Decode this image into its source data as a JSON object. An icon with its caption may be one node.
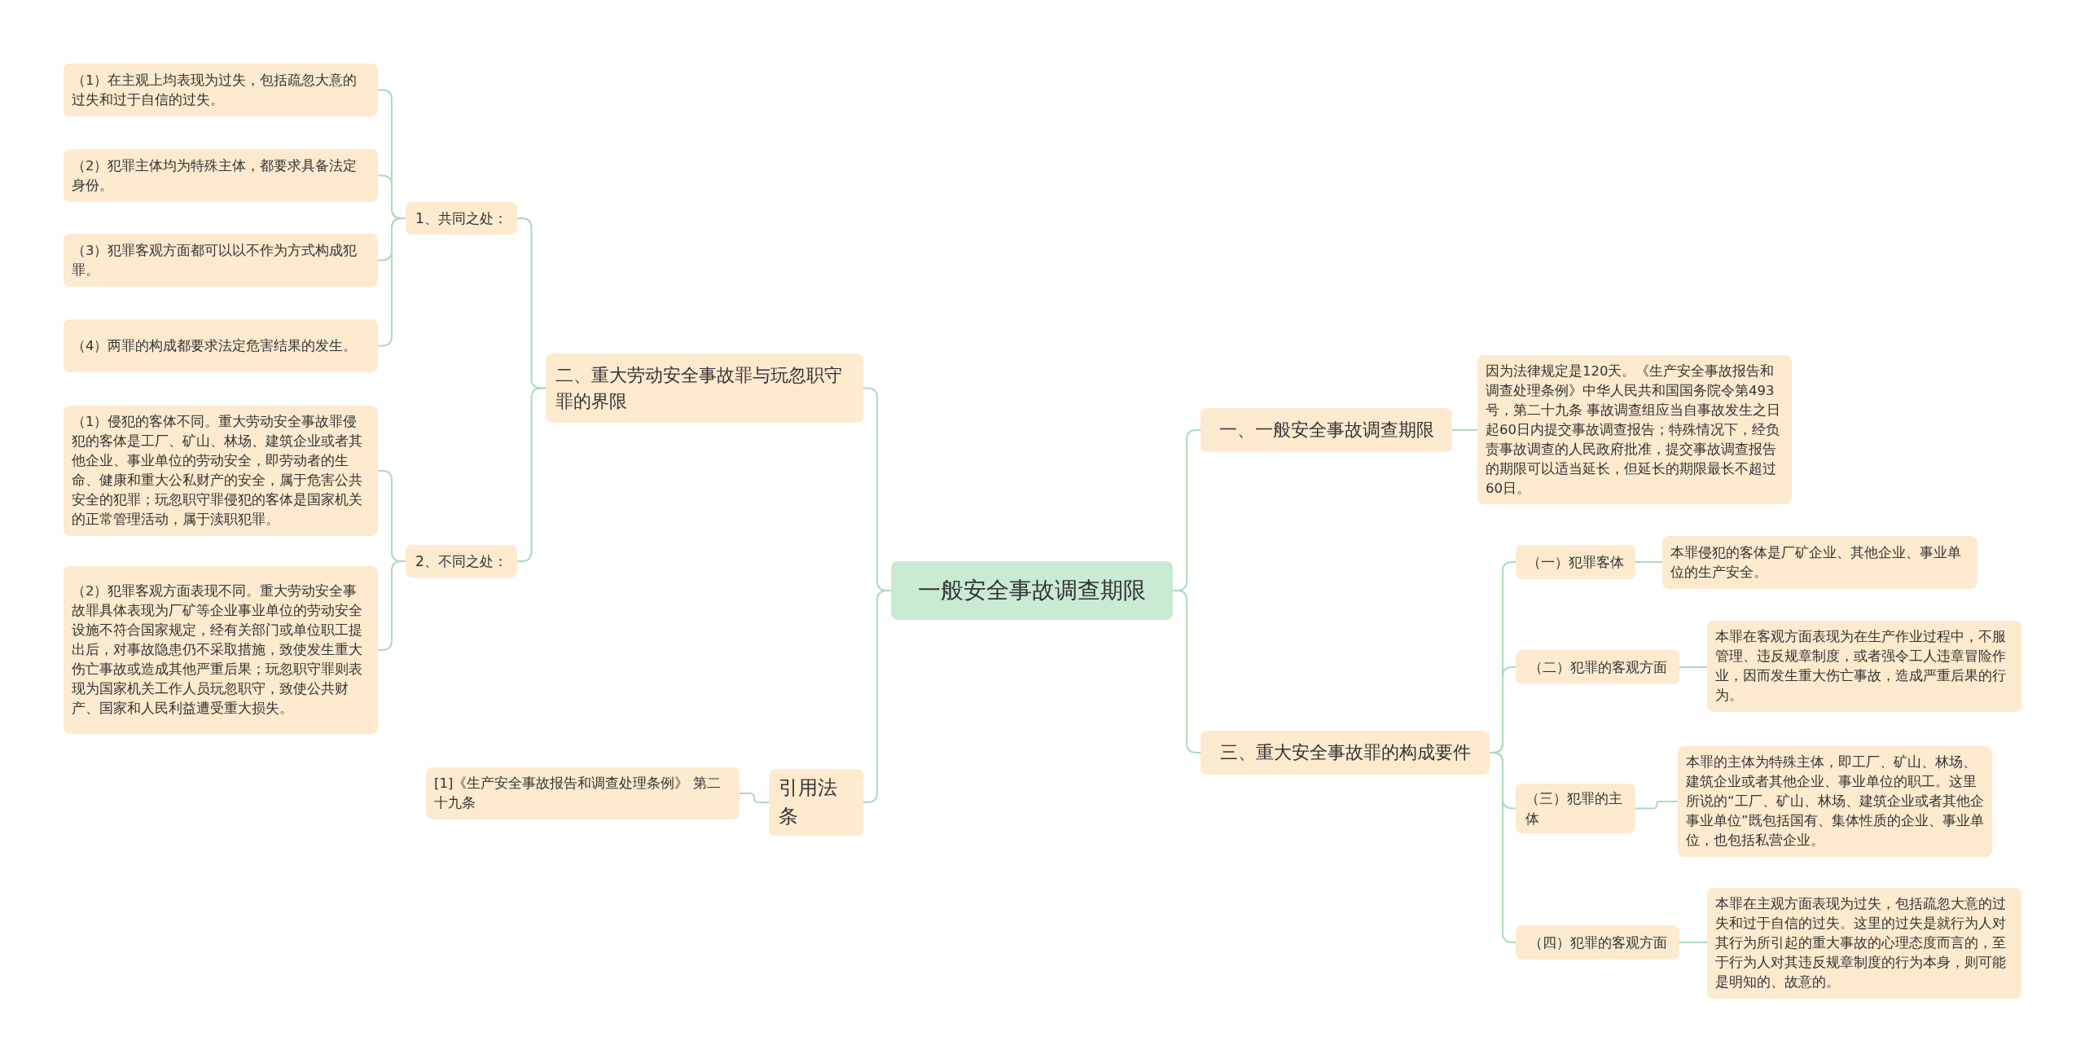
{
  "diagram": {
    "nodes": [
      {
        "text": [
          "一般安全事故调查期限"
        ]
      },
      {
        "text": [
          "二、重大劳动安全事故罪与玩忽职守罪的界限"
        ]
      },
      {
        "text": [
          "1、共同之处："
        ]
      },
      {
        "text": [
          "（1）在主观上均表现为过失，包括疏忽大意的过失和过于自信的过失。"
        ]
      },
      {
        "text": [
          "（2）犯罪主体均为特殊主体，都要求具备法定身份。"
        ]
      },
      {
        "text": [
          "（3）犯罪客观方面都可以以不作为方式构成犯罪。"
        ]
      },
      {
        "text": [
          "（4）两罪的构成都要求法定危害结果的发生。"
        ]
      },
      {
        "text": [
          "2、不同之处："
        ]
      },
      {
        "text": [
          "（1）侵犯的客体不同。重大劳动安全事故罪侵犯的客体是工厂、矿山、林场、建筑企业或者其他企业、事业单位的劳动安全，即劳动者的生命、健康和重大公私财产的安全，属于危害公共安全的犯罪；玩忽职守罪侵犯的客体是国家机关的正常管理活动，属于渎职犯罪。"
        ]
      },
      {
        "text": [
          "（2）犯罪客观方面表现不同。重大劳动安全事故罪具体表现为厂矿等企业事业单位的劳动安全设施不符合国家规定，经有关部门或单位职工提出后，对事故隐患仍不采取措施，致使发生重大伤亡事故或造成其他严重后果；玩忽职守罪则表现为国家机关工作人员玩忽职守，致使公共财产、国家和人民利益遭受重大损失。"
        ]
      },
      {
        "text": [
          "引用法条"
        ]
      },
      {
        "text": [
          "[1]《生产安全事故报告和调查处理条例》 第二十九条"
        ]
      },
      {
        "text": [
          "一、一般安全事故调查期限"
        ]
      },
      {
        "text": [
          "因为法律规定是120天。《生产安全事故报告和调查处理条例》中华人民共和国国务院令第493号，第二十九条 事故调查组应当自事故发生之日起60日内提交事故调查报告；特殊情况下，经负责事故调查的人民政府批准，提交事故调查报告的期限可以适当延长，但延长的期限最长不超过60日。"
        ]
      },
      {
        "text": [
          "三、重大安全事故罪的构成要件"
        ]
      },
      {
        "text": [
          "（一）犯罪客体"
        ]
      },
      {
        "text": [
          "本罪侵犯的客体是厂矿企业、其他企业、事业单位的生产安全。"
        ]
      },
      {
        "text": [
          "（二）犯罪的客观方面"
        ]
      },
      {
        "text": [
          "本罪在客观方面表现为在生产作业过程中，不服管理、违反规章制度，或者强令工人违章冒险作业，因而发生重大伤亡事故，造成严重后果的行为。"
        ]
      },
      {
        "text": [
          "（三）犯罪的主体"
        ]
      },
      {
        "text": [
          "本罪的主体为特殊主体，即工厂、矿山、林场、建筑企业或者其他企业、事业单位的职工。这里所说的“工厂、矿山、林场、建筑企业或者其他企事业单位”既包括国有、集体性质的企业、事业单位，也包括私营企业。"
        ]
      },
      {
        "text": [
          "（四）犯罪的客观方面"
        ]
      },
      {
        "text": [
          "本罪在主观方面表现为过失，包括疏忽大意的过失和过于自信的过失。这里的过失是就行为人对其行为所引起的重大事故的心理态度而言的，至于行为人对其违反规章制度的行为本身，则可能是明知的、故意的。"
        ]
      }
    ],
    "edges": [
      {
        "from": 0,
        "to": 1,
        "arrow": "none"
      },
      {
        "from": 1,
        "to": 2,
        "arrow": "none"
      },
      {
        "from": 2,
        "to": 3,
        "arrow": "none"
      },
      {
        "from": 2,
        "to": 4,
        "arrow": "none"
      },
      {
        "from": 2,
        "to": 5,
        "arrow": "none"
      },
      {
        "from": 2,
        "to": 6,
        "arrow": "none"
      },
      {
        "from": 1,
        "to": 7,
        "arrow": "none"
      },
      {
        "from": 7,
        "to": 8,
        "arrow": "none"
      },
      {
        "from": 7,
        "to": 9,
        "arrow": "none"
      },
      {
        "from": 0,
        "to": 10,
        "arrow": "none"
      },
      {
        "from": 10,
        "to": 11,
        "arrow": "none"
      },
      {
        "from": 0,
        "to": 12,
        "arrow": "none"
      },
      {
        "from": 12,
        "to": 13,
        "arrow": "none"
      },
      {
        "from": 0,
        "to": 14,
        "arrow": "none"
      },
      {
        "from": 14,
        "to": 15,
        "arrow": "none"
      },
      {
        "from": 15,
        "to": 16,
        "arrow": "none"
      },
      {
        "from": 14,
        "to": 17,
        "arrow": "none"
      },
      {
        "from": 17,
        "to": 18,
        "arrow": "none"
      },
      {
        "from": 14,
        "to": 19,
        "arrow": "none"
      },
      {
        "from": 19,
        "to": 20,
        "arrow": "none"
      },
      {
        "from": 14,
        "to": 21,
        "arrow": "none"
      },
      {
        "from": 21,
        "to": 22,
        "arrow": "none"
      }
    ]
  }
}
